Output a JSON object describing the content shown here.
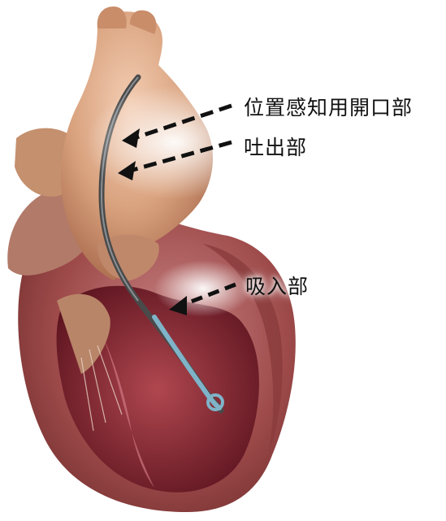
{
  "labels": {
    "pressure_sensor_opening": "位置感知用開口部",
    "outlet": "吐出部",
    "inlet": "吸入部"
  },
  "colors": {
    "aorta": "#d9a27e",
    "heart_muscle": "#9e4a4a",
    "interior": "#7b1f2a",
    "catheter": "#7fb3c8",
    "arrow": "#111111"
  },
  "icons": {
    "arrow": "dashed-left-arrow-icon",
    "pigtail": "pigtail-tip-icon"
  }
}
